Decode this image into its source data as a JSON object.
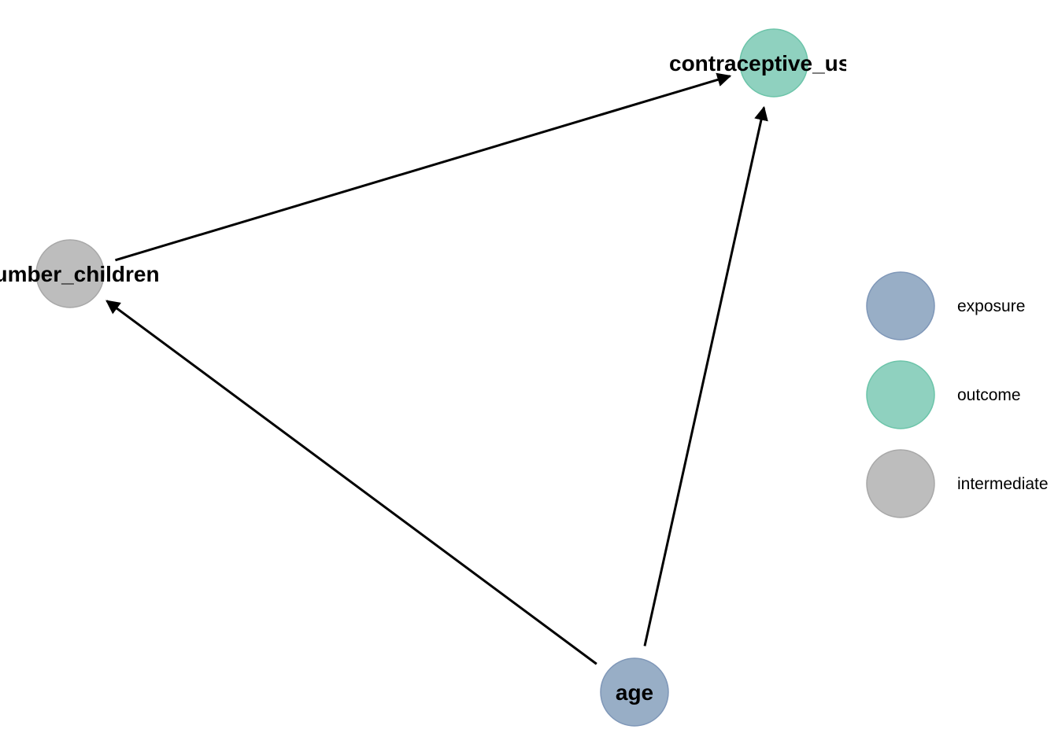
{
  "diagram": {
    "nodes": [
      {
        "id": "number_children",
        "label": "number_children",
        "status": "intermediate"
      },
      {
        "id": "contraceptive_use",
        "label": "contraceptive_use",
        "status": "outcome"
      },
      {
        "id": "age",
        "label": "age",
        "status": "exposure"
      }
    ],
    "edges": [
      {
        "from": "number_children",
        "to": "contraceptive_use"
      },
      {
        "from": "age",
        "to": "number_children"
      },
      {
        "from": "age",
        "to": "contraceptive_use"
      }
    ]
  },
  "legend": {
    "items": [
      {
        "key": "exposure",
        "label": "exposure",
        "color": "#98aec6",
        "border": "#7f97b8"
      },
      {
        "key": "outcome",
        "label": "outcome",
        "color": "#8fd1bf",
        "border": "#6cc4a9"
      },
      {
        "key": "intermediate",
        "label": "intermediate",
        "color": "#bdbdbd",
        "border": "#a8a8a8"
      }
    ]
  }
}
